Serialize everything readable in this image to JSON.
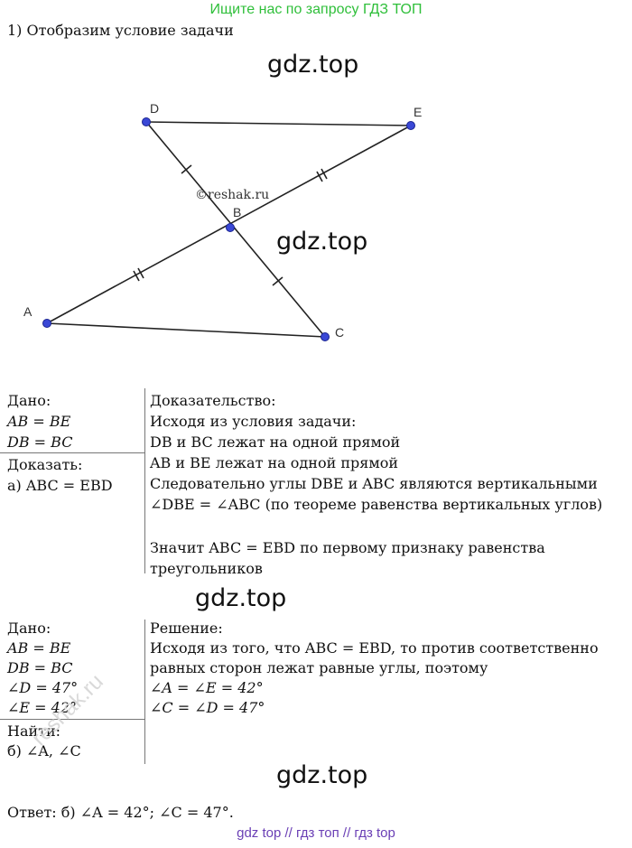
{
  "banner": "Ищите нас по запросу ГДЗ ТОП",
  "heading": "1) Отобразим условие задачи",
  "watermark": "gdz.top",
  "diagram": {
    "labels": {
      "D": "D",
      "E": "E",
      "B": "B",
      "A": "A",
      "C": "C"
    },
    "credit": "©reshak.ru",
    "point_color": "#3a48d6"
  },
  "part1": {
    "given_title": "Дано:",
    "given": [
      "AB = BE",
      "DB = BC"
    ],
    "prove_title": "Доказать:",
    "prove": "а) ABC = EBD",
    "proof_title": "Доказательство:",
    "proof": [
      "Исходя из условия задачи:",
      "DB и BC лежат на одной прямой",
      "AB и BE лежат на одной прямой",
      "Следовательно углы DBE и ABC являются вертикальными",
      "∠DBE = ∠ABC (по теореме равенства вертикальных углов)"
    ],
    "conclusion": [
      "Значит ABC = EBD по первому признаку равенства",
      "треугольников"
    ]
  },
  "part2": {
    "given_title": "Дано:",
    "given": [
      "AB = BE",
      "DB = BC",
      "∠D = 47°",
      "∠E = 42°"
    ],
    "find_title": "Найти:",
    "find": "б) ∠A, ∠C",
    "solution_title": "Решение:",
    "solution": [
      "Исходя из того, что ABC = EBD, то против соответственно",
      "равных сторон лежат равные углы, поэтому",
      "∠A = ∠E = 42°",
      "∠C = ∠D = 47°"
    ]
  },
  "answer": "Ответ: б) ∠A = 42°; ∠C = 47°.",
  "reshak_mark": "reshak.ru",
  "footer": "gdz top  //  гдз топ  //  гдз top"
}
